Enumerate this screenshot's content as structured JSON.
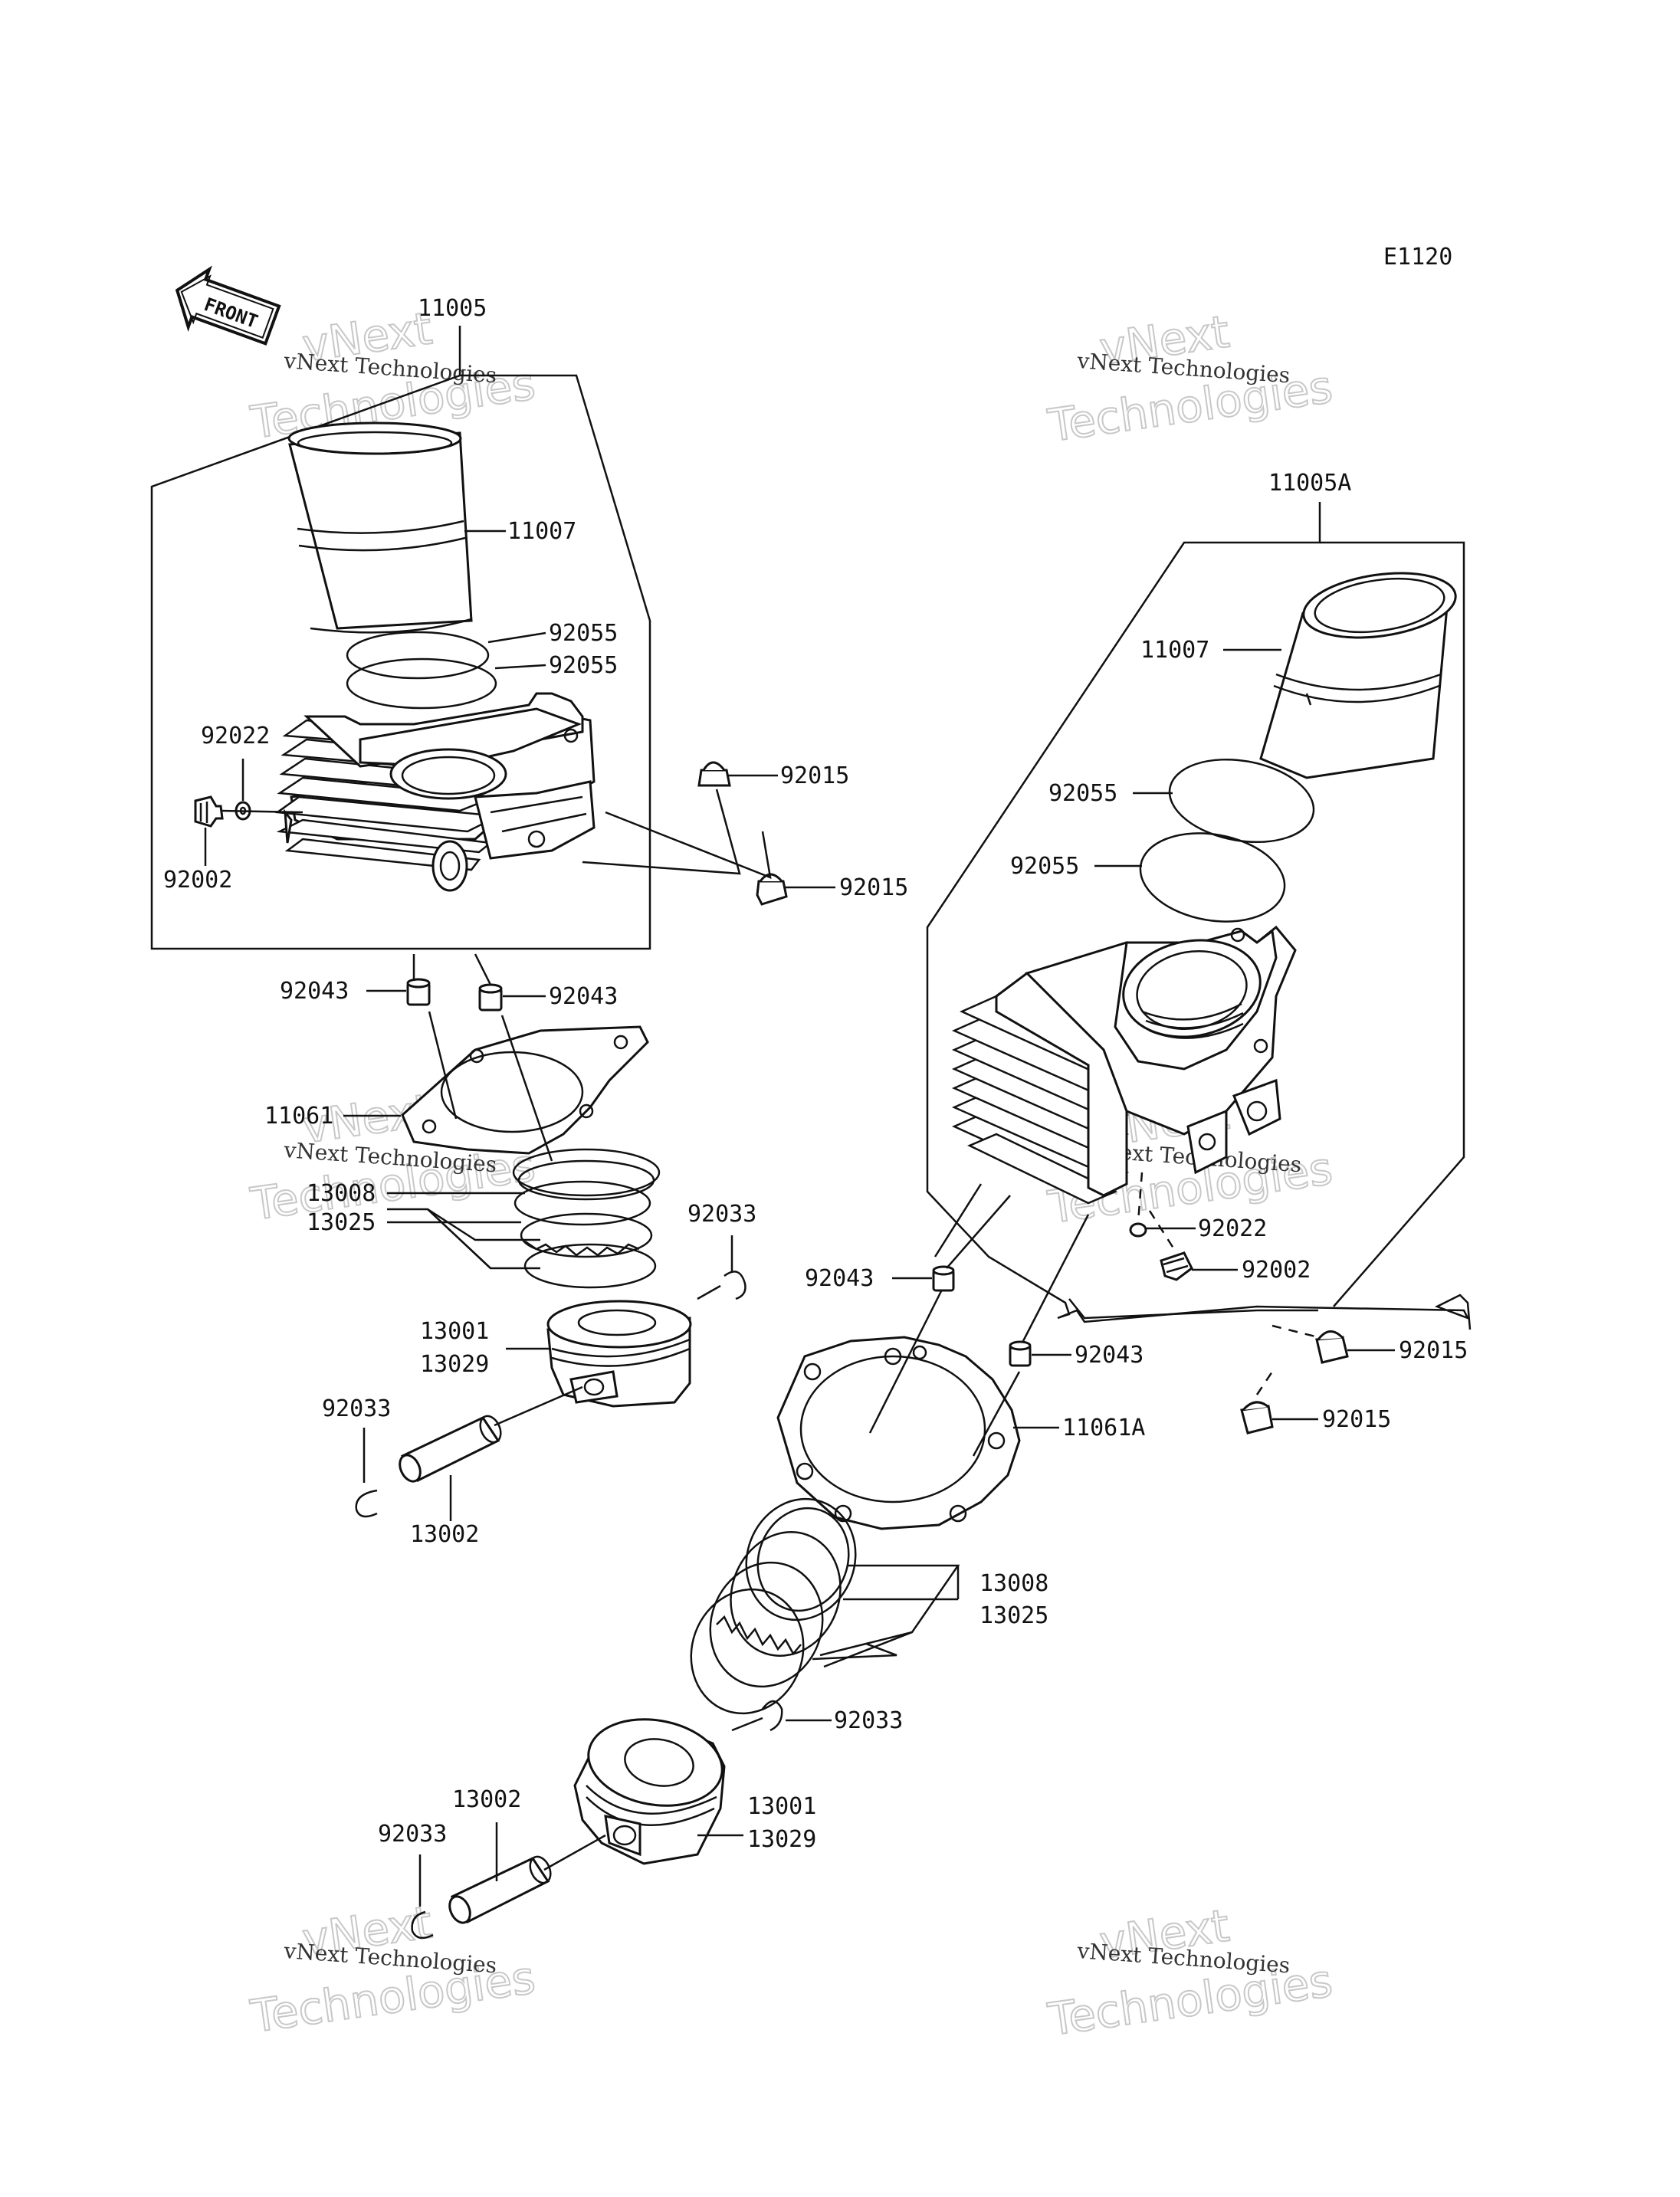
{
  "diagram_id": "E1120",
  "front_label": "FRONT",
  "watermark": {
    "line1": "vNext Technologies",
    "big_top": "vNext",
    "big_bottom": "Technologies"
  },
  "left_assembly": {
    "cylinder_set": "11005",
    "liner": "11007",
    "o_ring_a": "92055",
    "o_ring_b": "92055",
    "washer": "92022",
    "bolt": "92002",
    "cap_nut_a": "92015",
    "cap_nut_b": "92015",
    "dowel_left": "92043",
    "dowel_right": "92043",
    "gasket": "11061",
    "ring_set": "13008",
    "ring_set_alt": "13025",
    "clip_top": "92033",
    "piston": "13001",
    "piston_alt": "13029",
    "clip_bottom": "92033",
    "pin": "13002"
  },
  "right_assembly": {
    "cylinder_set": "11005A",
    "liner": "11007",
    "o_ring_a": "92055",
    "o_ring_b": "92055",
    "washer": "92022",
    "bolt": "92002",
    "cap_nut_a": "92015",
    "cap_nut_b": "92015",
    "dowel_left": "92043",
    "dowel_right": "92043",
    "gasket": "11061A",
    "ring_set": "13008",
    "ring_set_alt": "13025",
    "clip_top": "92033",
    "piston": "13001",
    "piston_alt": "13029",
    "pin": "13002",
    "clip_bottom": "92033"
  }
}
